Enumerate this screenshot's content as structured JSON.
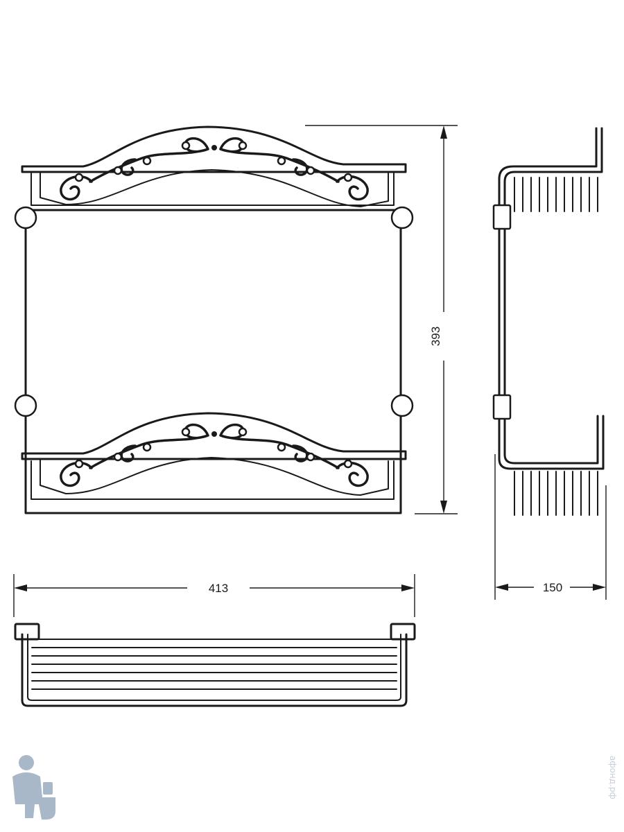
{
  "dimensions": {
    "height": "393",
    "width": "413",
    "depth": "150"
  },
  "watermark": {
    "text": "афонд.рф",
    "logo_icon": "plumber-with-toilet-icon",
    "color": "#c8ced6"
  },
  "colors": {
    "line": "#1a1a1a",
    "background": "#ffffff"
  }
}
